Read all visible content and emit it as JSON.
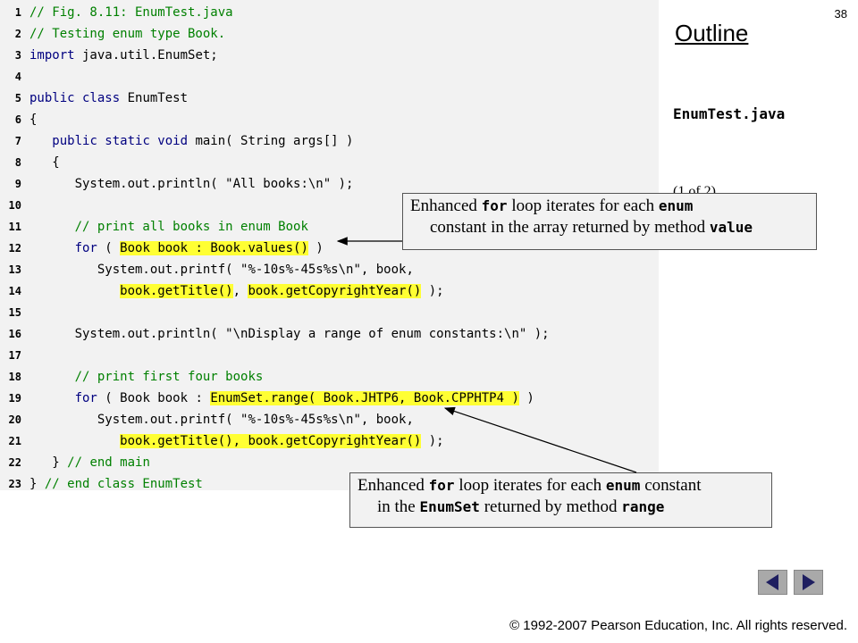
{
  "slide": {
    "page_number": "38",
    "outline_title": "Outline",
    "file_name": "EnumTest.java",
    "page_indicator": "(1 of 2)",
    "copyright": "© 1992-2007 Pearson Education, Inc.  All rights reserved."
  },
  "code_lines": [
    {
      "num": "1",
      "parts": [
        {
          "t": "// Fig. 8.11: EnumTest.java",
          "c": "cm"
        }
      ]
    },
    {
      "num": "2",
      "parts": [
        {
          "t": "// Testing enum type Book.",
          "c": "cm"
        }
      ]
    },
    {
      "num": "3",
      "parts": [
        {
          "t": "import",
          "c": "kw"
        },
        {
          "t": " java.util.EnumSet;"
        }
      ]
    },
    {
      "num": "4",
      "parts": []
    },
    {
      "num": "5",
      "parts": [
        {
          "t": "public class",
          "c": "kw"
        },
        {
          "t": " EnumTest"
        }
      ]
    },
    {
      "num": "6",
      "parts": [
        {
          "t": "{"
        }
      ]
    },
    {
      "num": "7",
      "parts": [
        {
          "t": "   "
        },
        {
          "t": "public static void",
          "c": "kw"
        },
        {
          "t": " main( String args[] )"
        }
      ]
    },
    {
      "num": "8",
      "parts": [
        {
          "t": "   {"
        }
      ]
    },
    {
      "num": "9",
      "parts": [
        {
          "t": "      System.out.println( "
        },
        {
          "t": "\"All books:\\n\"",
          "c": "str"
        },
        {
          "t": " );"
        }
      ]
    },
    {
      "num": "10",
      "parts": []
    },
    {
      "num": "11",
      "parts": [
        {
          "t": "      "
        },
        {
          "t": "// print all books in enum Book",
          "c": "cm"
        }
      ]
    },
    {
      "num": "12",
      "parts": [
        {
          "t": "      "
        },
        {
          "t": "for",
          "c": "kw"
        },
        {
          "t": " ( "
        },
        {
          "t": "Book book : Book.values()",
          "c": "hl"
        },
        {
          "t": " )"
        }
      ]
    },
    {
      "num": "13",
      "parts": [
        {
          "t": "         System.out.printf( "
        },
        {
          "t": "\"%-10s%-45s%s\\n\"",
          "c": "str"
        },
        {
          "t": ", book,"
        }
      ]
    },
    {
      "num": "14",
      "parts": [
        {
          "t": "            "
        },
        {
          "t": "book.getTitle()",
          "c": "hl"
        },
        {
          "t": ", "
        },
        {
          "t": "book.getCopyrightYear()",
          "c": "hl"
        },
        {
          "t": " );"
        }
      ]
    },
    {
      "num": "15",
      "parts": []
    },
    {
      "num": "16",
      "parts": [
        {
          "t": "      System.out.println( "
        },
        {
          "t": "\"\\nDisplay a range of enum constants:\\n\"",
          "c": "str"
        },
        {
          "t": " );"
        }
      ]
    },
    {
      "num": "17",
      "parts": []
    },
    {
      "num": "18",
      "parts": [
        {
          "t": "      "
        },
        {
          "t": "// print first four books",
          "c": "cm"
        }
      ]
    },
    {
      "num": "19",
      "parts": [
        {
          "t": "      "
        },
        {
          "t": "for",
          "c": "kw"
        },
        {
          "t": " ( Book book : "
        },
        {
          "t": "EnumSet.range( Book.JHTP6, Book.CPPHTP4 )",
          "c": "hl"
        },
        {
          "t": " )"
        }
      ]
    },
    {
      "num": "20",
      "parts": [
        {
          "t": "         System.out.printf( "
        },
        {
          "t": "\"%-10s%-45s%s\\n\"",
          "c": "str"
        },
        {
          "t": ", book,"
        }
      ]
    },
    {
      "num": "21",
      "parts": [
        {
          "t": "            "
        },
        {
          "t": "book.getTitle(), book.getCopyrightYear()",
          "c": "hl"
        },
        {
          "t": " );"
        }
      ]
    },
    {
      "num": "22",
      "parts": [
        {
          "t": "   } "
        },
        {
          "t": "// end main",
          "c": "cm"
        }
      ]
    },
    {
      "num": "23",
      "parts": [
        {
          "t": "} "
        },
        {
          "t": "// end class EnumTest",
          "c": "cm"
        }
      ]
    }
  ],
  "callouts": {
    "first": {
      "t1": "Enhanced ",
      "code1": "for",
      "t2": " loop iterates for each ",
      "code2": "enum",
      "t3": "constant in the array returned by method ",
      "code3": "value"
    },
    "second": {
      "t1": "Enhanced ",
      "code1": "for",
      "t2": " loop iterates for each ",
      "code2": "enum",
      "t3": " constant",
      "t4": "in the ",
      "code3": "EnumSet",
      "t5": " returned by method ",
      "code4": "range"
    }
  },
  "colors": {
    "code_background": "#f2f2f2",
    "highlight": "#ffff33",
    "keyword": "#000080",
    "comment": "#008000"
  },
  "icons": {
    "prev": "triangle-left-icon",
    "next": "triangle-right-icon"
  }
}
